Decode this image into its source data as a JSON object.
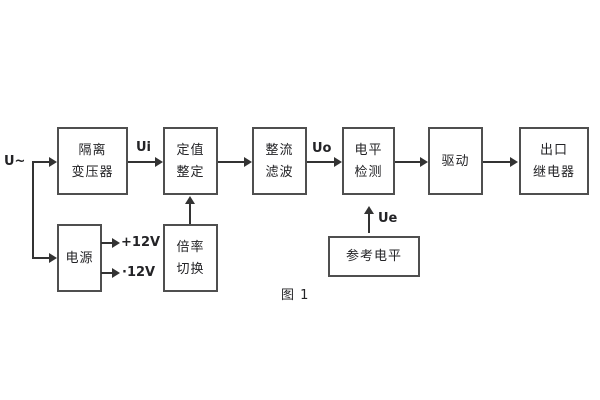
{
  "figure": {
    "caption": "图 1"
  },
  "labels": {
    "input_signal": "U~",
    "ui": "Ui",
    "uo": "Uo",
    "ue": "Ue",
    "plus_12v": "+12V",
    "minus_12v": "·12V"
  },
  "boxes": {
    "isolation_transformer": {
      "lines": [
        "隔离",
        "变压器"
      ]
    },
    "setpoint_setting": {
      "lines": [
        "定值",
        "整定"
      ]
    },
    "rectifier_filter": {
      "lines": [
        "整流",
        "滤波"
      ]
    },
    "level_detection": {
      "lines": [
        "电平",
        "检测"
      ]
    },
    "driver": {
      "lines": [
        "驱动"
      ]
    },
    "output_relay": {
      "lines": [
        "出口",
        "继电器"
      ]
    },
    "power_supply": {
      "lines": [
        "电源"
      ]
    },
    "ratio_switch": {
      "lines": [
        "倍率",
        "切换"
      ]
    },
    "reference_level": {
      "lines": [
        "参考电平"
      ]
    }
  },
  "colors": {
    "background": "#ffffff",
    "box_border": "#4f4f4f",
    "line": "#333333",
    "text": "#232326"
  }
}
